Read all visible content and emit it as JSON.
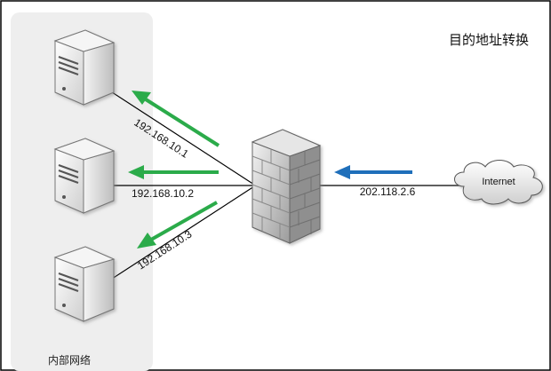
{
  "diagram": {
    "title": "目的地址转换",
    "internal_zone_label": "内部网络",
    "cloud_label": "Internet",
    "public_ip": "202.118.2.6",
    "servers": [
      {
        "ip": "192.168.10.1"
      },
      {
        "ip": "192.168.10.2"
      },
      {
        "ip": "192.168.10.3"
      }
    ],
    "colors": {
      "inbound_arrow": "#1f6fba",
      "outbound_arrows": "#2bab4a",
      "zone_fill": "#eeeeee",
      "border": "#000000"
    }
  }
}
